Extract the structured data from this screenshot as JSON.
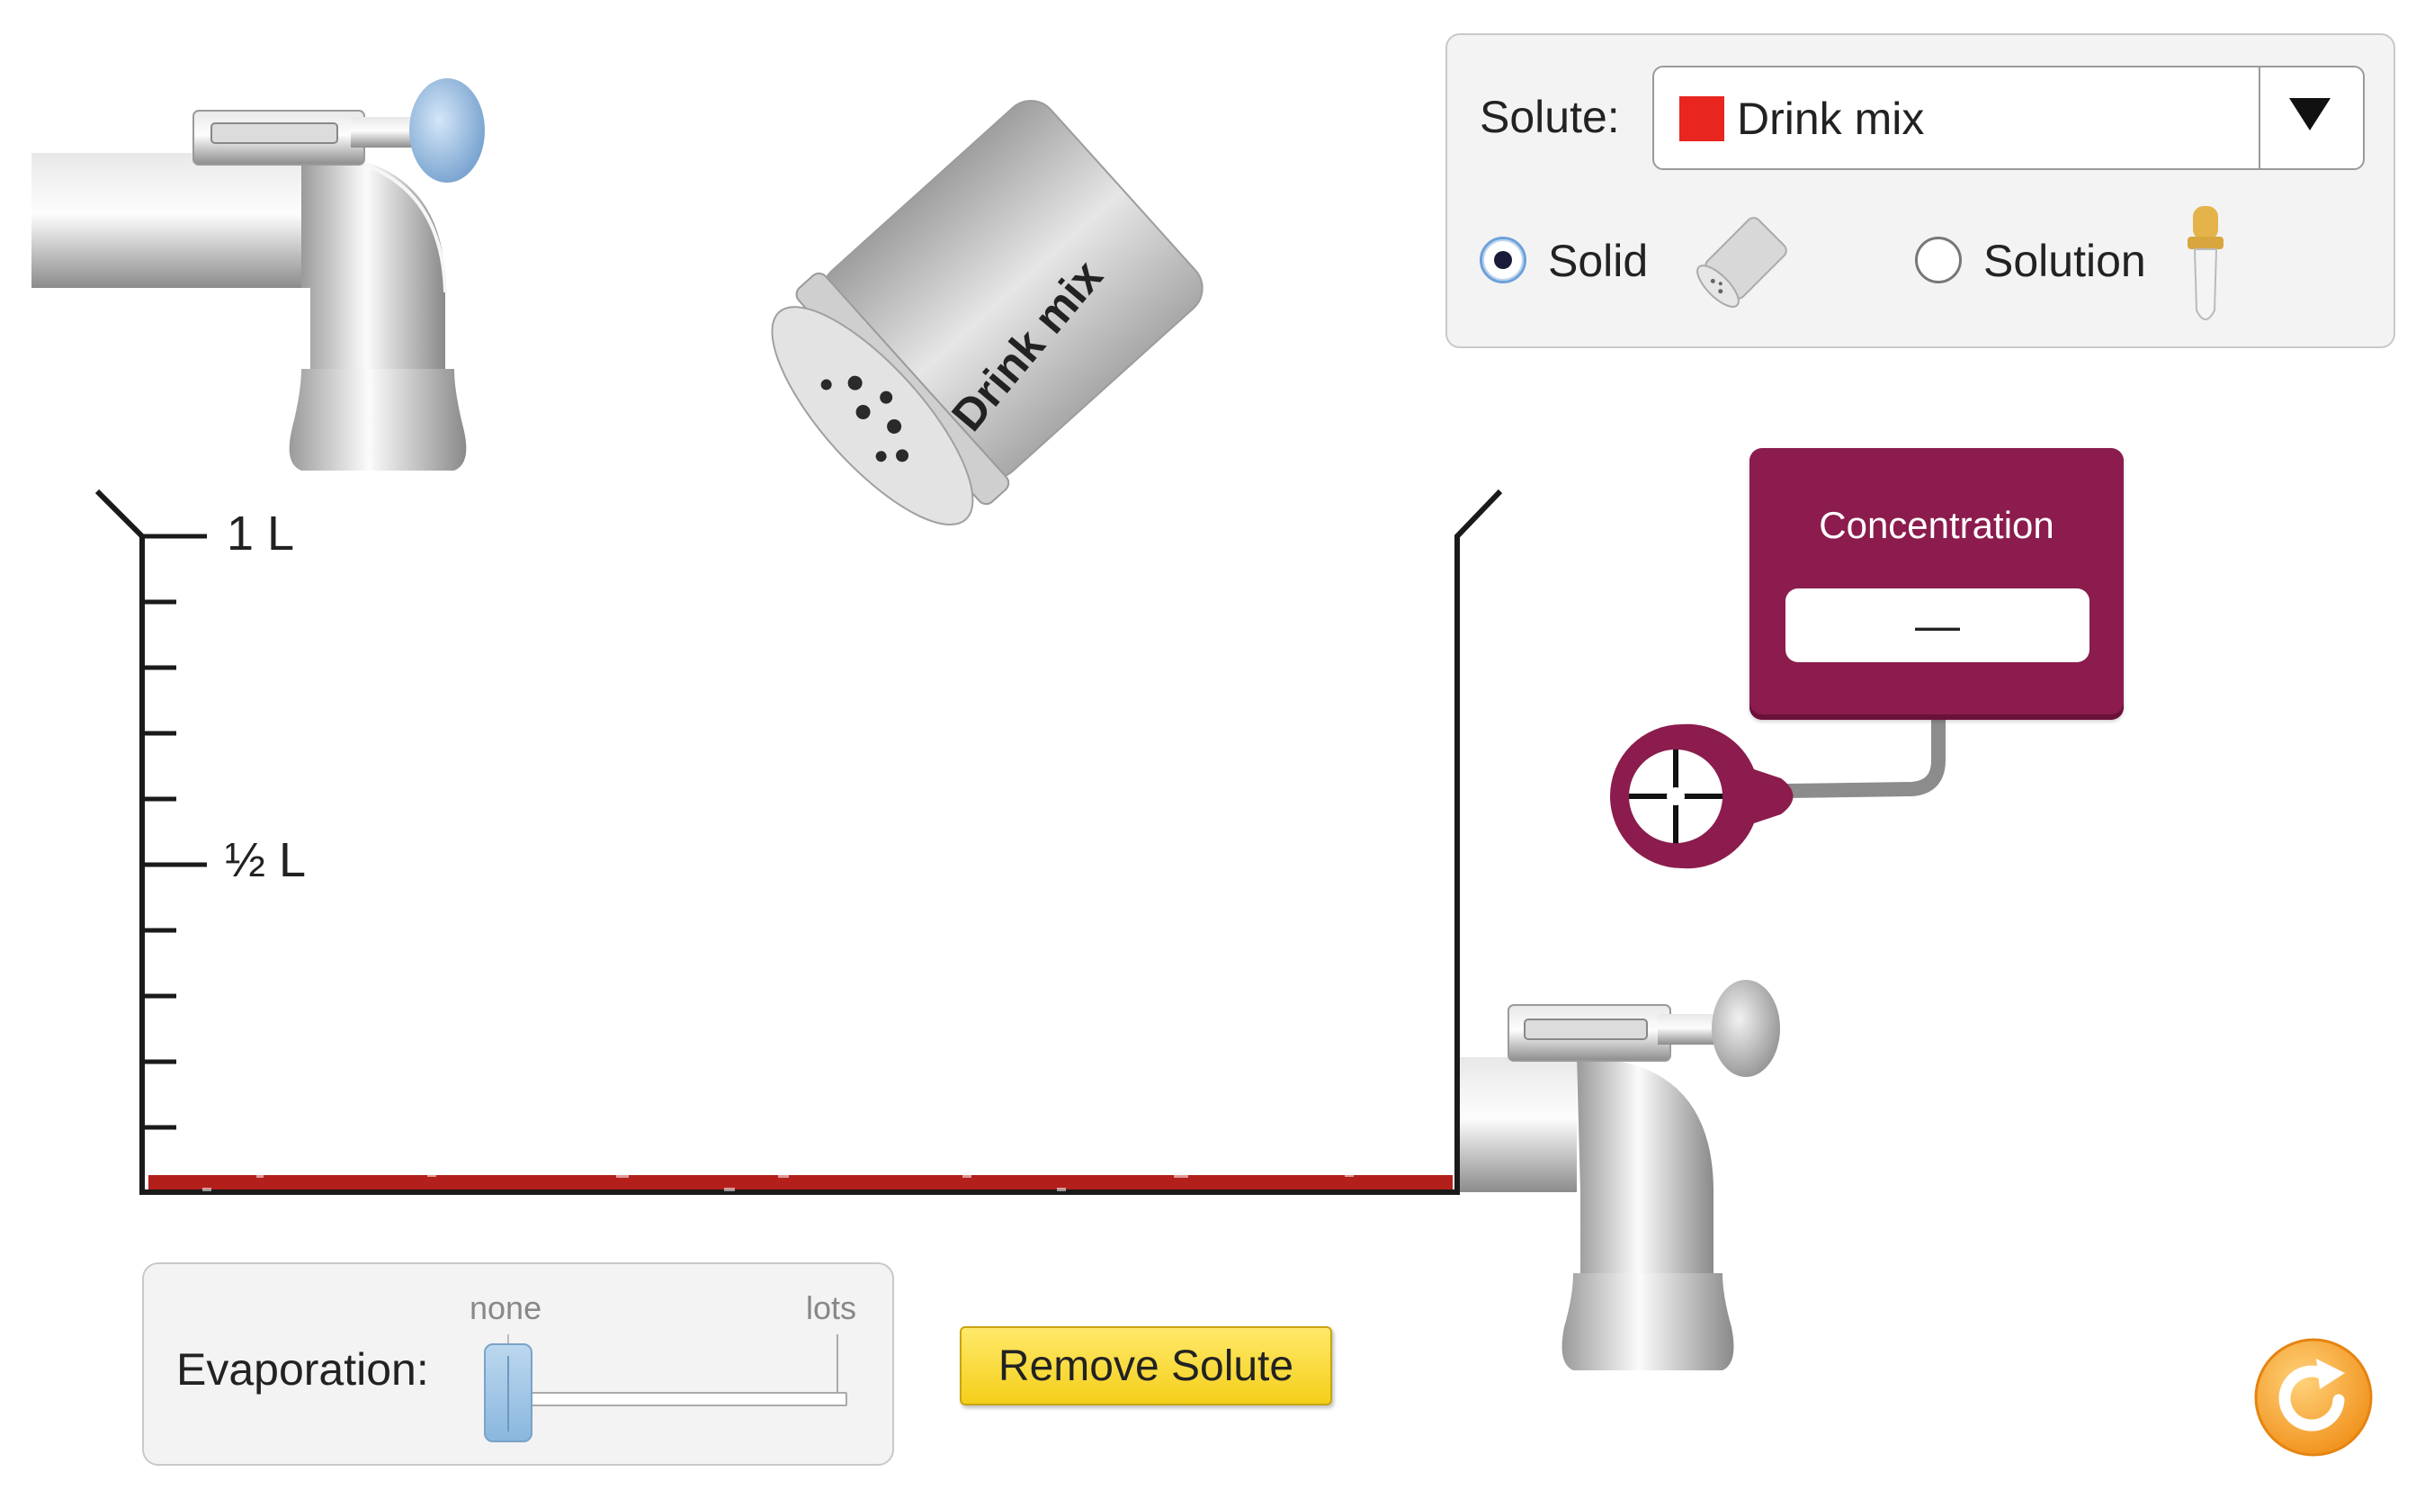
{
  "solute_panel": {
    "label": "Solute:",
    "selected": "Drink mix",
    "selected_color": "#e8251f",
    "options": {
      "solid": {
        "label": "Solid",
        "checked": true
      },
      "solution": {
        "label": "Solution",
        "checked": false
      }
    }
  },
  "shaker": {
    "label": "Drink mix"
  },
  "beaker": {
    "marks": {
      "full": "1 L",
      "half": "½ L"
    },
    "water_level_fraction": 0,
    "solute_color": "#b3201b"
  },
  "meter": {
    "title": "Concentration",
    "value": "—",
    "body_color": "#8b1c4d"
  },
  "evaporation": {
    "label": "Evaporation:",
    "min_label": "none",
    "max_label": "lots",
    "value_fraction": 0
  },
  "buttons": {
    "remove_solute": "Remove Solute"
  },
  "icons": {
    "top_faucet": "faucet-icon",
    "drain_faucet": "faucet-icon",
    "reset": "reset-icon"
  }
}
